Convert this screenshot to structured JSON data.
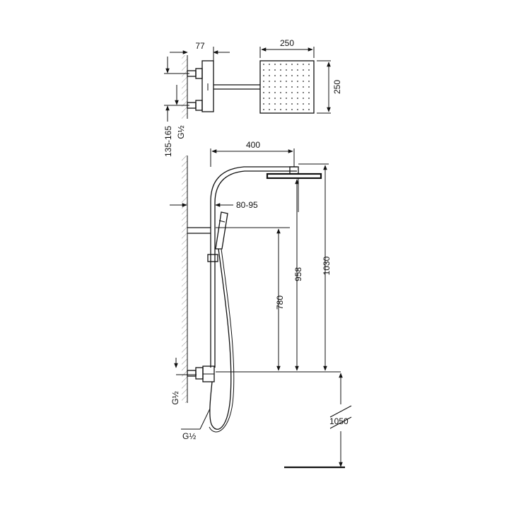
{
  "dimensions": {
    "top_offset": "77",
    "head_width": "250",
    "head_depth": "250",
    "mixer_centers": "135-165",
    "mixer_inlet_thread": "G½",
    "arm_reach": "400",
    "wall_clearance": "80-95",
    "rail_holder_height": "780",
    "handshower_height": "958",
    "head_height": "1030",
    "mixer_height": "1050",
    "mixer_inlet_thread_side": "G½",
    "hose_thread": "G½"
  },
  "icons": {
    "shower_head": "square-shower-head-icon",
    "mixer": "thermostatic-mixer-icon",
    "hand_shower": "hand-shower-icon"
  }
}
